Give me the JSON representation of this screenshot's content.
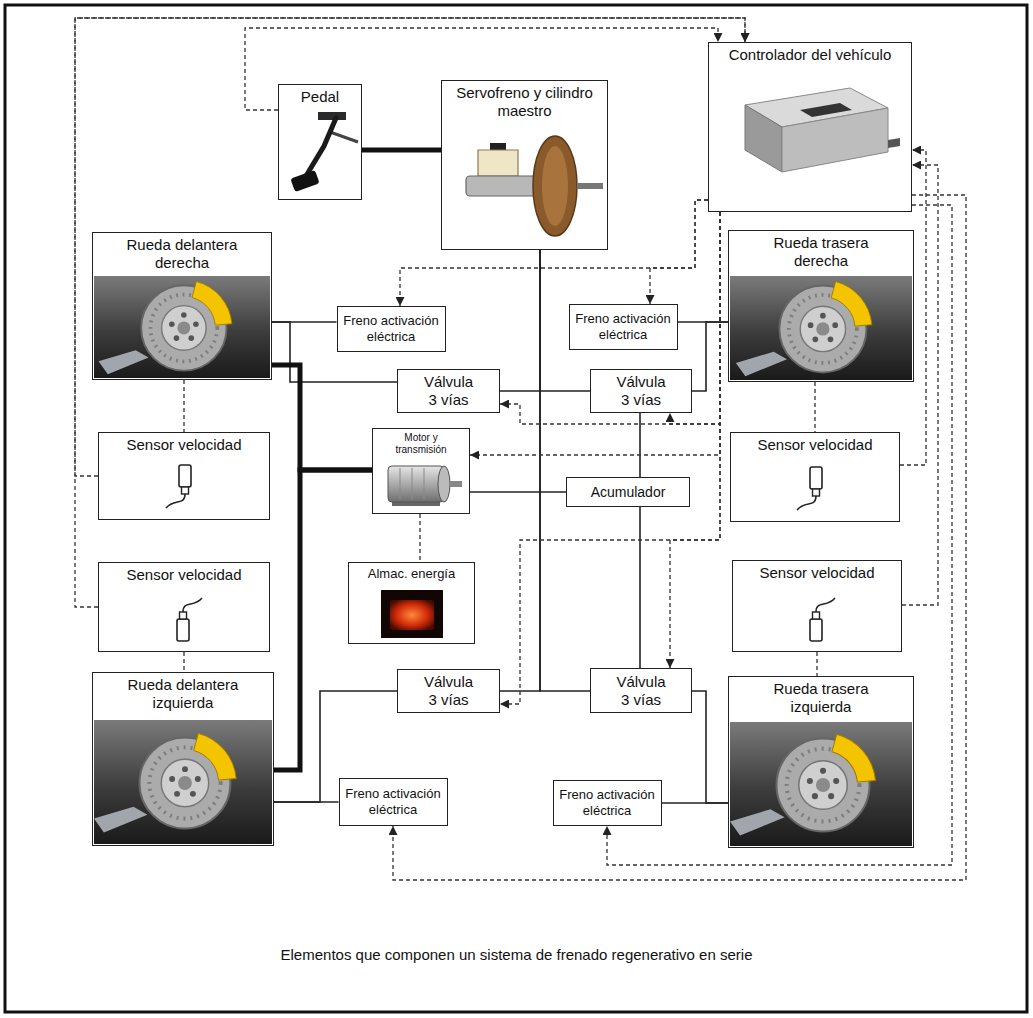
{
  "diagram": {
    "caption": "Elementos que componen un sistema de frenado regenerativo en serie",
    "nodes": [
      {
        "text": [
          "Pedal"
        ]
      },
      {
        "text": [
          "Servofreno y cilindro maestro"
        ]
      },
      {
        "text": [
          "Controlador del vehículo"
        ]
      },
      {
        "text": [
          "Rueda delantera derecha"
        ]
      },
      {
        "text": [
          "Freno activación eléctrica"
        ]
      },
      {
        "text": [
          "Freno activación eléctrica"
        ]
      },
      {
        "text": [
          "Rueda trasera derecha"
        ]
      },
      {
        "text": [
          "Válvula 3 vías"
        ]
      },
      {
        "text": [
          "Válvula 3 vías"
        ]
      },
      {
        "text": [
          "Sensor velocidad"
        ]
      },
      {
        "text": [
          "Motor y transmisión"
        ]
      },
      {
        "text": [
          "Acumulador"
        ]
      },
      {
        "text": [
          "Sensor velocidad"
        ]
      },
      {
        "text": [
          "Almac. energía"
        ]
      },
      {
        "text": [
          "Sensor velocidad"
        ]
      },
      {
        "text": [
          "Sensor velocidad"
        ]
      },
      {
        "text": [
          "Rueda delantera izquierda"
        ]
      },
      {
        "text": [
          "Válvula 3 vías"
        ]
      },
      {
        "text": [
          "Válvula 3 vías"
        ]
      },
      {
        "text": [
          "Rueda trasera izquierda"
        ]
      },
      {
        "text": [
          "Freno activación eléctrica"
        ]
      },
      {
        "text": [
          "Freno activación eléctrica"
        ]
      }
    ],
    "edges": [
      {
        "from": 0,
        "to": 1,
        "arrow": "none"
      },
      {
        "from": 1,
        "to": 7,
        "arrow": "none"
      },
      {
        "from": 1,
        "to": 8,
        "arrow": "none"
      },
      {
        "from": 1,
        "to": 17,
        "arrow": "none"
      },
      {
        "from": 1,
        "to": 18,
        "arrow": "none"
      },
      {
        "from": 10,
        "to": 11,
        "arrow": "none"
      },
      {
        "from": 11,
        "to": 8,
        "arrow": "none"
      },
      {
        "from": 11,
        "to": 18,
        "arrow": "none"
      },
      {
        "from": 3,
        "to": 4,
        "arrow": "none"
      },
      {
        "from": 3,
        "to": 7,
        "arrow": "none"
      },
      {
        "from": 6,
        "to": 5,
        "arrow": "none"
      },
      {
        "from": 8,
        "to": 6,
        "arrow": "none"
      },
      {
        "from": 16,
        "to": 20,
        "arrow": "none"
      },
      {
        "from": 16,
        "to": 17,
        "arrow": "none"
      },
      {
        "from": 19,
        "to": 21,
        "arrow": "none"
      },
      {
        "from": 18,
        "to": 19,
        "arrow": "none"
      },
      {
        "from": 10,
        "to": 3,
        "arrow": "none"
      },
      {
        "from": 10,
        "to": 16,
        "arrow": "none"
      },
      {
        "from": 10,
        "to": 13,
        "arrow": "none"
      },
      {
        "from": 3,
        "to": 9,
        "arrow": "none"
      },
      {
        "from": 6,
        "to": 12,
        "arrow": "none"
      },
      {
        "from": 14,
        "to": 16,
        "arrow": "none"
      },
      {
        "from": 15,
        "to": 19,
        "arrow": "none"
      },
      {
        "from": 9,
        "to": 2,
        "arrow": "to"
      },
      {
        "from": 14,
        "to": 2,
        "arrow": "to"
      },
      {
        "from": 0,
        "to": 2,
        "arrow": "to"
      },
      {
        "from": 12,
        "to": 2,
        "arrow": "to"
      },
      {
        "from": 15,
        "to": 2,
        "arrow": "to"
      },
      {
        "from": 2,
        "to": 4,
        "arrow": "to"
      },
      {
        "from": 2,
        "to": 5,
        "arrow": "to"
      },
      {
        "from": 2,
        "to": 7,
        "arrow": "to"
      },
      {
        "from": 2,
        "to": 8,
        "arrow": "to"
      },
      {
        "from": 2,
        "to": 10,
        "arrow": "to"
      },
      {
        "from": 2,
        "to": 17,
        "arrow": "to"
      },
      {
        "from": 2,
        "to": 18,
        "arrow": "to"
      },
      {
        "from": 2,
        "to": 20,
        "arrow": "to"
      },
      {
        "from": 2,
        "to": 21,
        "arrow": "to"
      }
    ]
  }
}
